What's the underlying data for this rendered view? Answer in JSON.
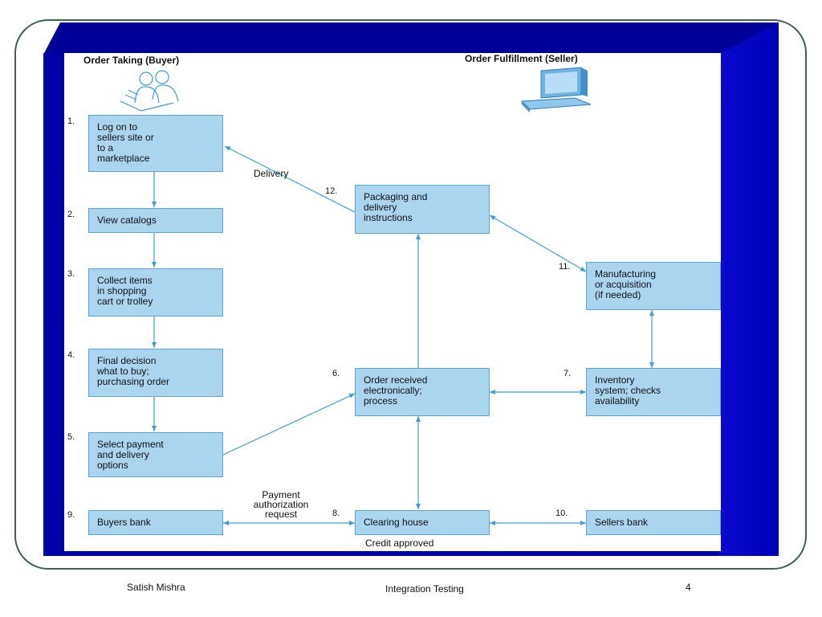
{
  "headers": {
    "buyer": "Order Taking (Buyer)",
    "seller": "Order Fulfillment (Seller)"
  },
  "boxes": {
    "logon": "Log on to\nsellers site or\nto a\nmarketplace",
    "view": "View catalogs",
    "collect": "Collect items\nin shopping\ncart or trolley",
    "final": "Final decision\nwhat to buy;\npurchasing order",
    "select": "Select payment\nand delivery\noptions",
    "buyers_bank": "Buyers  bank",
    "packaging": "Packaging and\ndelivery\ninstructions",
    "order": "Order received\nelectronically;\nprocess",
    "clearing": "Clearing house",
    "manufacturing": "Manufacturing\nor acquisition\n(if needed)",
    "inventory": "Inventory\nsystem; checks\navailability",
    "sellers_bank": "Sellers  bank"
  },
  "numbers": {
    "n1": "1.",
    "n2": "2.",
    "n3": "3.",
    "n4": "4.",
    "n5": "5.",
    "n9": "9.",
    "n12": "12.",
    "n6": "6.",
    "n8": "8.",
    "n11": "11.",
    "n7": "7.",
    "n10": "10."
  },
  "labels": {
    "delivery": "Delivery",
    "payment": "Payment\nauthorization\nrequest",
    "credit": "Credit approved"
  },
  "footer": {
    "author": "Satish Mishra",
    "title": "Integration Testing",
    "page": "4"
  },
  "colors": {
    "slab": "#0000a8",
    "box": "#a9d5ef",
    "arrow": "#3b9fd6"
  }
}
